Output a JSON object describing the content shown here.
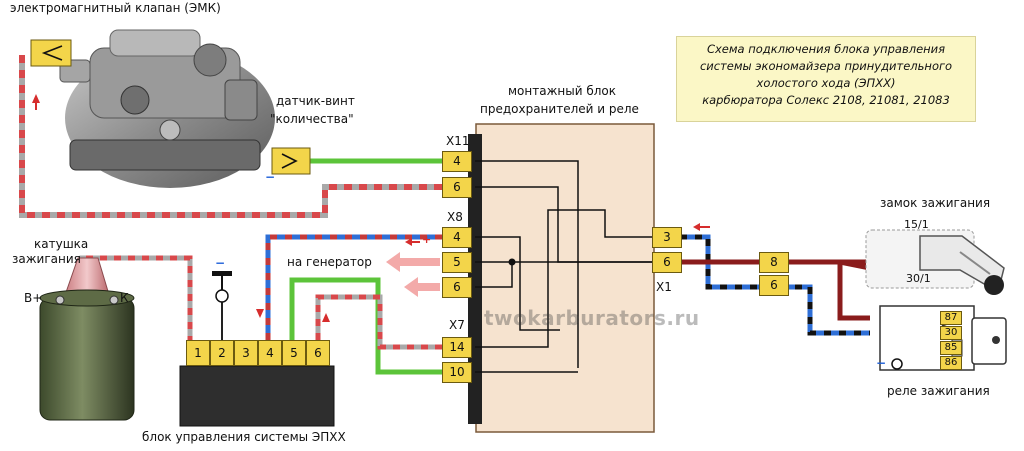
{
  "title_lines": [
    "Схема подключения блока управления",
    "системы экономайзера принудительного",
    "холостого хода (ЭПХХ)",
    "карбюратора Солекс 2108, 21081, 21083"
  ],
  "labels": {
    "emk": "электромагнитный клапан (ЭМК)",
    "sensor_line1": "датчик-винт",
    "sensor_line2": "\"количества\"",
    "fuse_block_line1": "монтажный блок",
    "fuse_block_line2": "предохранителей и реле",
    "coil_line1": "катушка",
    "coil_line2": "зажигания",
    "coil_bplus": "В+",
    "coil_k": "К",
    "ecu": "блок управления системы ЭПХХ",
    "to_generator": "на генератор",
    "ignition_lock": "замок зажигания",
    "ignition_relay": "реле зажигания",
    "lock_15": "15/1",
    "lock_30": "30/1",
    "minus_sign": "−",
    "plus_sign": "+",
    "watermark": "twokarburators.ru"
  },
  "connectors": {
    "x11": {
      "name": "X11",
      "pins": [
        "4",
        "6"
      ]
    },
    "x8": {
      "name": "X8",
      "pins": [
        "4",
        "5",
        "6"
      ]
    },
    "x7": {
      "name": "X7",
      "pins": [
        "14",
        "10"
      ]
    },
    "x1": {
      "name": "X1",
      "pins": [
        "3",
        "6"
      ]
    },
    "mid": {
      "pins": [
        "8",
        "6"
      ]
    },
    "ecu_pins": [
      "1",
      "2",
      "3",
      "4",
      "5",
      "6"
    ],
    "relay_pins": [
      "87",
      "30",
      "85",
      "86"
    ]
  },
  "colors": {
    "pin_fill": "#f3d54a",
    "wire_green": "#5cc43a",
    "wire_red_gray": "#d8484b",
    "wire_blue_black": "#2f6fd6",
    "wire_darkred": "#8a1c1c",
    "fuse_block": "#f6e3cf",
    "title_bg": "#fbf7c6"
  }
}
